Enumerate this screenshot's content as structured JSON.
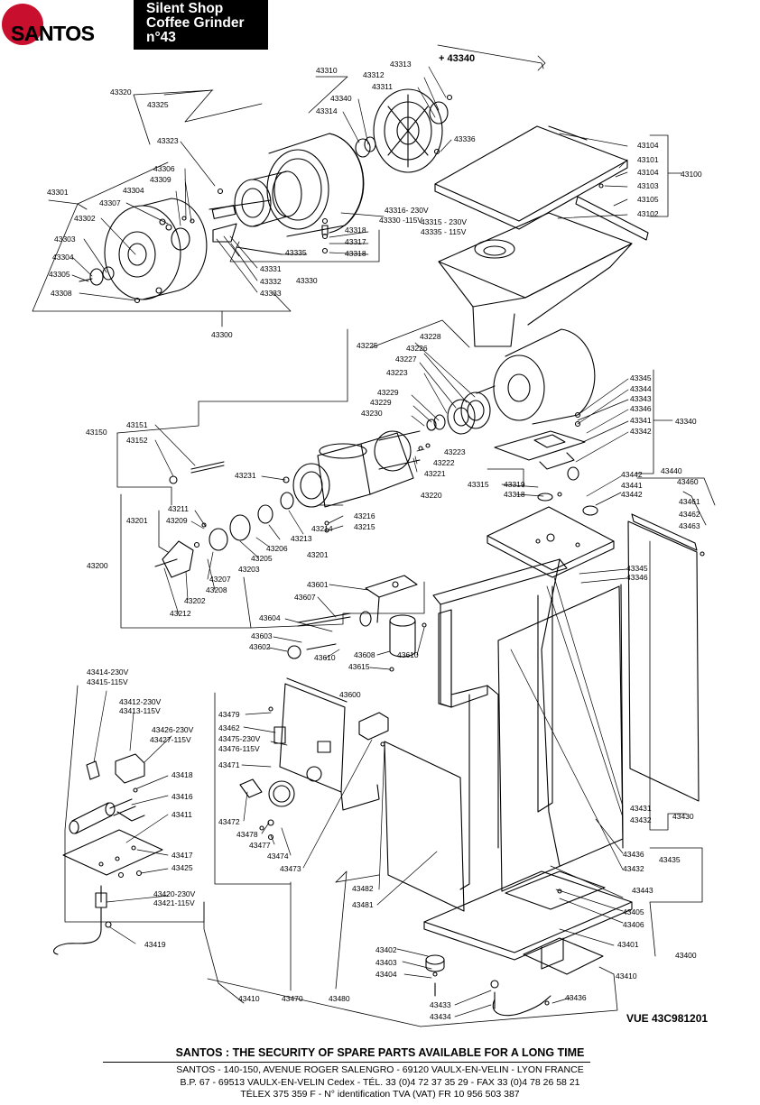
{
  "header": {
    "brand": "SANTOS",
    "title_lines": [
      "Silent Shop",
      "Coffee Grinder",
      "n°43"
    ]
  },
  "diagram_ref": "VUE 43C981201",
  "footer": {
    "title": "SANTOS : THE SECURITY OF SPARE PARTS AVAILABLE FOR A LONG TIME",
    "lines": [
      "SANTOS - 140-150, AVENUE ROGER SALENGRO - 69120 VAULX-EN-VELIN - LYON FRANCE",
      "B.P. 67 - 69513 VAULX-EN-VELIN Cedex - TÉL. 33 (0)4 72 37 35 29 - FAX 33 (0)4 78 26 58 21",
      "TÉLEX 375 359 F - N° identification TVA (VAT) FR 10 956 503 387"
    ]
  },
  "colors": {
    "brand_red": "#c8102e",
    "ink": "#000000",
    "paper": "#ffffff"
  },
  "part_labels": [
    "+ 43340",
    "43310",
    "43313",
    "43312",
    "43311",
    "43340",
    "43314",
    "43336",
    "43320",
    "43325",
    "43323",
    "43306",
    "43309",
    "43301",
    "43304",
    "43307",
    "43302",
    "43303",
    "43304",
    "43305",
    "43308",
    "43316- 230V",
    "43330 -115V",
    "43318",
    "43317",
    "43318",
    "43315 - 230V",
    "43335 - 115V",
    "43335",
    "43331",
    "43332",
    "43330",
    "43333",
    "43300",
    "43104",
    "43101",
    "43104",
    "43100",
    "43103",
    "43105",
    "43102",
    "43225",
    "43228",
    "43226",
    "43227",
    "43223",
    "43229",
    "43229",
    "43230",
    "43345",
    "43344",
    "43343",
    "43346",
    "43340",
    "43341",
    "43342",
    "43151",
    "43150",
    "43152",
    "43223",
    "43222",
    "43221",
    "43231",
    "43220",
    "43315",
    "43319",
    "43318",
    "43442",
    "43441",
    "43442",
    "43440",
    "43460",
    "43461",
    "43462",
    "43463",
    "43211",
    "43201",
    "43209",
    "43216",
    "43215",
    "43214",
    "43213",
    "43206",
    "43205",
    "43203",
    "43201",
    "43200",
    "43207",
    "43208",
    "43202",
    "43212",
    "43345",
    "43346",
    "43601",
    "43607",
    "43604",
    "43603",
    "43602",
    "43610",
    "43608",
    "43610",
    "43615",
    "43600",
    "43414-230V",
    "43415-115V",
    "43412-230V",
    "43413-115V",
    "43426-230V",
    "43427-115V",
    "43418",
    "43416",
    "43411",
    "43417",
    "43425",
    "43420-230V",
    "43421-115V",
    "43419",
    "43479",
    "43462",
    "43475-230V",
    "43476-115V",
    "43471",
    "43472",
    "43478",
    "43477",
    "43474",
    "43473",
    "43431",
    "43432",
    "43430",
    "43436",
    "43435",
    "43432",
    "43443",
    "43482",
    "43481",
    "43405",
    "43406",
    "43401",
    "43400",
    "43402",
    "43403",
    "43404",
    "43433",
    "43434",
    "43436",
    "43410",
    "43410",
    "43470",
    "43480"
  ]
}
